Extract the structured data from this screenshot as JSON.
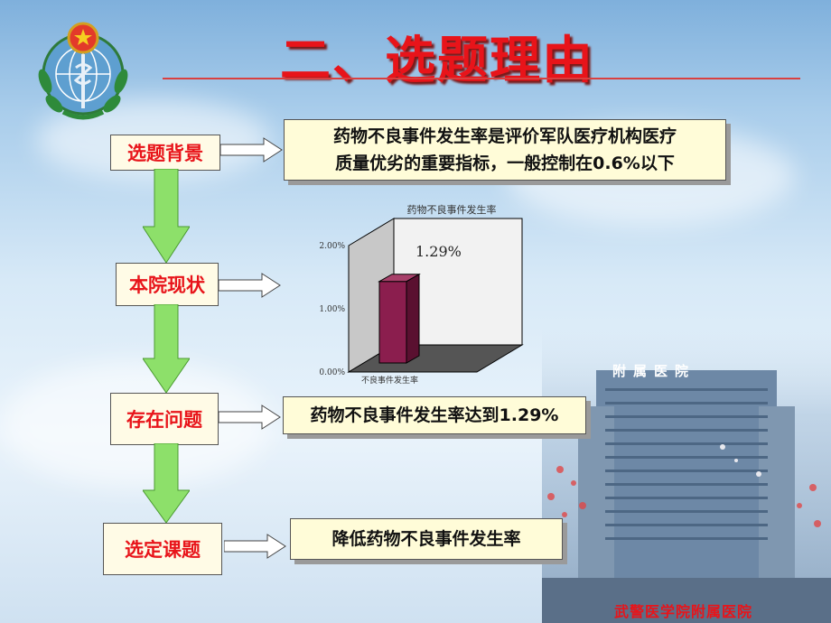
{
  "title": "二、选题理由",
  "steps": [
    {
      "label": "选题背景",
      "note": [
        "药物不良事件发生率是评价军队医疗机构医疗",
        "质量优劣的重要指标，一般控制在0.6%以下"
      ]
    },
    {
      "label": "本院现状"
    },
    {
      "label": "存在问题",
      "note": [
        "药物不良事件发生率达到1.29%"
      ]
    },
    {
      "label": "选定课题",
      "note": [
        "降低药物不良事件发生率"
      ]
    }
  ],
  "chart_data": {
    "type": "bar",
    "title": "药物不良事件发生率",
    "categories": [
      "不良事件发生率"
    ],
    "values": [
      1.29
    ],
    "value_labels": [
      "1.29%"
    ],
    "yticks": [
      "0.00%",
      "1.00%",
      "2.00%"
    ],
    "ylim": [
      0,
      2
    ],
    "bar_color": "#8b1e4e"
  },
  "building": {
    "sign": "附属医院"
  },
  "footer": "武警医学院附属医院"
}
